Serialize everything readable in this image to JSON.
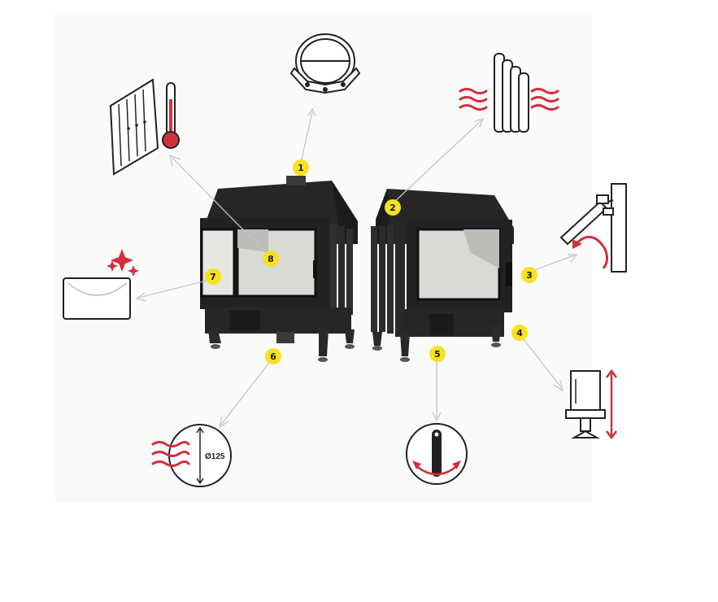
{
  "colors": {
    "badge": "#f7e31b",
    "accent_red": "#d32f3c",
    "line_gray": "#bdbdbd",
    "stove_black": "#2a2a2a",
    "glass": "#d9d9d6"
  },
  "badges": [
    {
      "id": "1",
      "label": "1"
    },
    {
      "id": "2",
      "label": "2"
    },
    {
      "id": "3",
      "label": "3"
    },
    {
      "id": "4",
      "label": "4"
    },
    {
      "id": "5",
      "label": "5"
    },
    {
      "id": "6",
      "label": "6"
    },
    {
      "id": "7",
      "label": "7"
    },
    {
      "id": "8",
      "label": "8"
    }
  ],
  "icons": {
    "1": "flue-collar-icon",
    "2": "convection-fins-icon",
    "3": "lift-door-icon",
    "4": "adjustable-feet-icon",
    "5": "air-control-lever-icon",
    "6": "air-inlet-diameter-icon",
    "7": "self-cleaning-glass-icon",
    "8": "heat-retaining-liner-icon"
  },
  "air_inlet": {
    "diameter_label": "Ø125"
  }
}
